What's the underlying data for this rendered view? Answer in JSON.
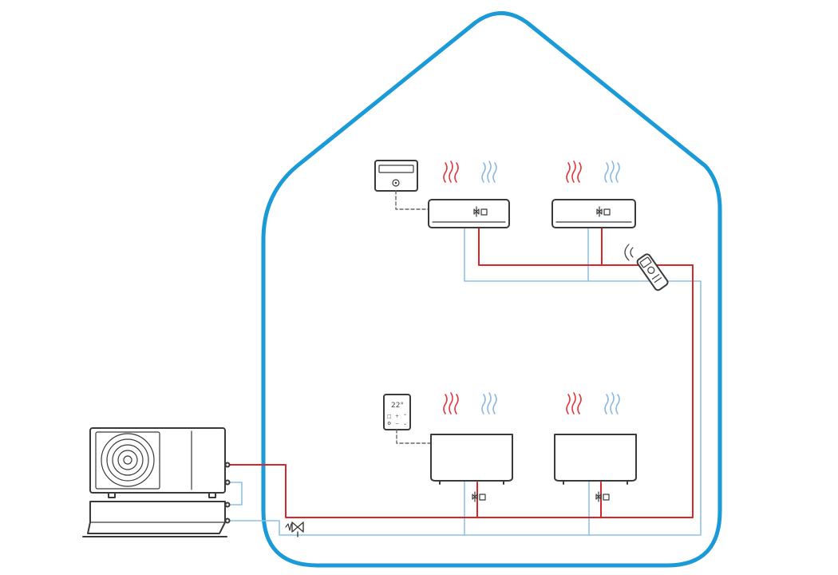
{
  "colors": {
    "house_outline": "#1a9ad7",
    "hot_pipe": "#d8262b",
    "cold_pipe": "#8ec2e6",
    "device_stroke": "#3a3a3a",
    "control_wire": "#666666",
    "heat_wave": "#e0393e",
    "cool_wave": "#8bb9df"
  },
  "wall_thermostat": {
    "display_text": "22°",
    "button_glyphs": [
      "□",
      "+",
      "⌃",
      "⚙",
      "−",
      "⌄"
    ]
  },
  "icons": [
    "house-outline",
    "heat-pump-outdoor-unit",
    "fan-icon",
    "buffer-tank",
    "wall-control-panel",
    "wall-thermostat",
    "remote-control-icon",
    "wireless-signal-icon",
    "wall-mounted-fan-coil",
    "floor-fan-coil",
    "valve-actuator-icon",
    "pump-valve-icon",
    "heat-waves-icon",
    "cool-waves-icon"
  ]
}
